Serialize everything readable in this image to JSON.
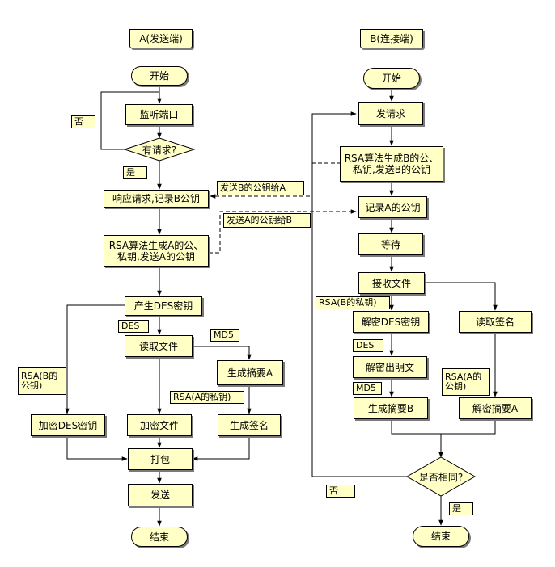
{
  "left": {
    "header": "A(发送端)",
    "start": "开始",
    "listen": "监听端口",
    "has_request": "有请求?",
    "no": "否",
    "yes": "是",
    "respond": "响应请求,记录B公钥",
    "rsa_gen": "RSA算法生成A的公、\n私钥,发送A的公钥",
    "gen_des": "产生DES密钥",
    "des_tag": "DES",
    "read_file": "读取文件",
    "md5_tag": "MD5",
    "gen_digest": "生成摘要A",
    "rsa_b_pub": "RSA(B的\n公钥)",
    "rsa_a_priv": "RSA(A的私钥)",
    "encrypt_des": "加密DES密钥",
    "encrypt_file": "加密文件",
    "gen_sign": "生成签名",
    "pack": "打包",
    "send": "发送",
    "end": "结束"
  },
  "middle": {
    "send_b_pub": "发送B的公钥给A",
    "send_a_pub": "发送A的公钥给B"
  },
  "right": {
    "header": "B(连接端)",
    "start": "开始",
    "request": "发请求",
    "rsa_gen": "RSA算法生成B的公、\n私钥,发送B的公钥",
    "record_a": "记录A的公钥",
    "wait": "等待",
    "receive": "接收文件",
    "rsa_b_priv": "RSA(B的私钥)",
    "decrypt_des": "解密DES密钥",
    "read_sign": "读取签名",
    "des_tag": "DES",
    "decrypt_plain": "解密出明文",
    "md5_tag": "MD5",
    "rsa_a_pub": "RSA(A的\n公钥)",
    "gen_digest": "生成摘要B",
    "decrypt_digest": "解密摘要A",
    "same": "是否相同?",
    "no": "否",
    "yes": "是",
    "end": "结束"
  }
}
